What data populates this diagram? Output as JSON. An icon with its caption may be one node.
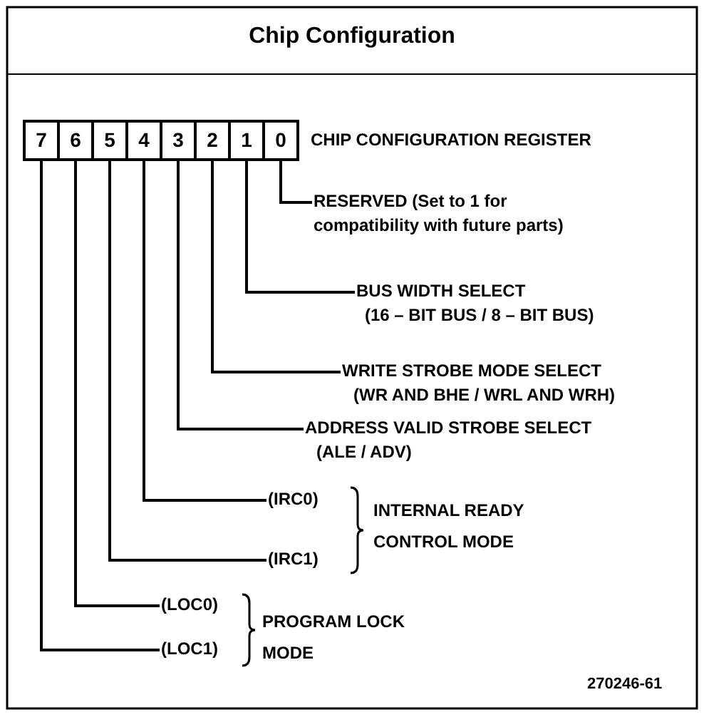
{
  "diagram": {
    "title": "Chip Configuration",
    "nodes": [
      {
        "text": [
          "7"
        ]
      },
      {
        "text": [
          "6"
        ]
      },
      {
        "text": [
          "5"
        ]
      },
      {
        "text": [
          "4"
        ]
      },
      {
        "text": [
          "3"
        ]
      },
      {
        "text": [
          "2"
        ]
      },
      {
        "text": [
          "1"
        ]
      },
      {
        "text": [
          "0"
        ]
      },
      {
        "text": [
          "RESERVED (Set to 1 for compatibility with future parts)"
        ]
      },
      {
        "text": [
          "BUS WIDTH SELECT",
          "(16 – BIT BUS / 8 – BIT BUS)"
        ]
      },
      {
        "text": [
          "WRITE STROBE MODE SELECT",
          "(WR AND BHE / WRL AND WRH)"
        ]
      },
      {
        "text": [
          "ADDRESS VALID STROBE SELECT",
          "(ALE / ADV)"
        ]
      },
      {
        "text": [
          "(IRC0)"
        ]
      },
      {
        "text": [
          "(IRC1)"
        ]
      },
      {
        "text": [
          "(LOC0)"
        ]
      },
      {
        "text": [
          "(LOC1)"
        ]
      }
    ],
    "edges": [
      {
        "from": 7,
        "to": 8,
        "arrow": "none"
      },
      {
        "from": 6,
        "to": 9,
        "arrow": "none"
      },
      {
        "from": 5,
        "to": 10,
        "arrow": "none"
      },
      {
        "from": 4,
        "to": 11,
        "arrow": "none"
      },
      {
        "from": 3,
        "to": 12,
        "arrow": "none"
      },
      {
        "from": 2,
        "to": 13,
        "arrow": "none"
      },
      {
        "from": 1,
        "to": 14,
        "arrow": "none"
      },
      {
        "from": 0,
        "to": 15,
        "arrow": "none"
      }
    ],
    "labels": [
      "CHIP CONFIGURATION REGISTER",
      "INTERNAL READY CONTROL MODE",
      "PROGRAM LOCK MODE",
      "270246-61"
    ]
  }
}
